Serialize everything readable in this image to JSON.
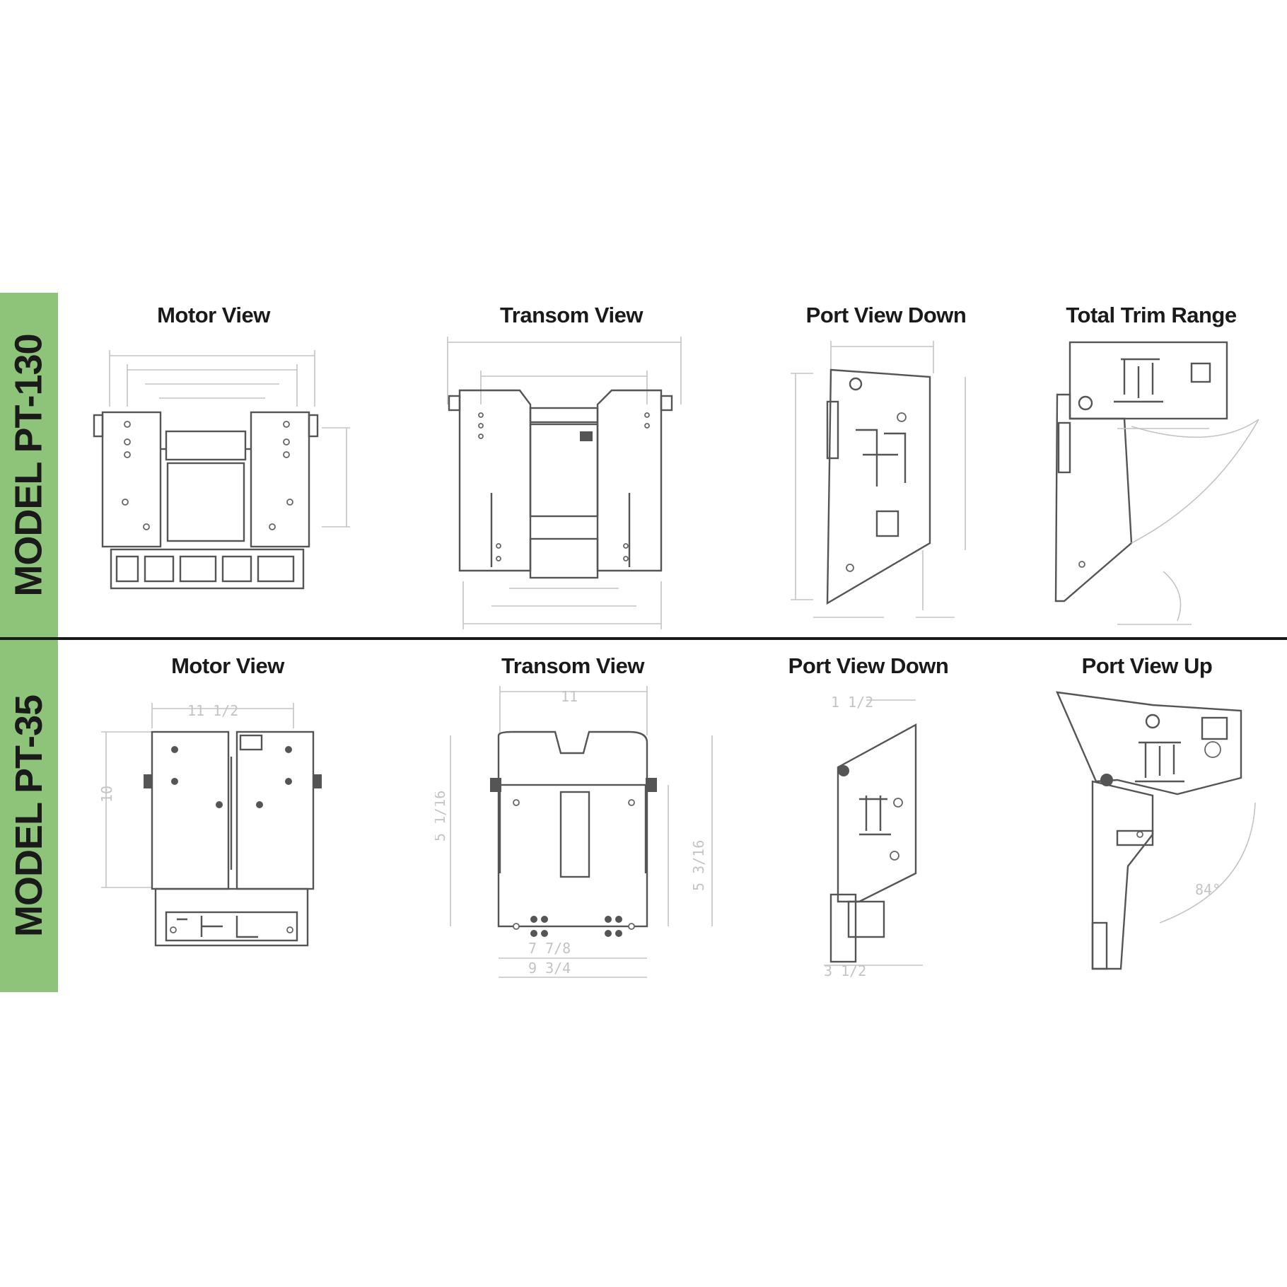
{
  "rows": [
    {
      "model_label": "MODEL PT-130",
      "views": [
        {
          "title": "Motor View"
        },
        {
          "title": "Transom View"
        },
        {
          "title": "Port View Down"
        },
        {
          "title": "Total Trim Range"
        }
      ]
    },
    {
      "model_label": "MODEL PT-35",
      "views": [
        {
          "title": "Motor View"
        },
        {
          "title": "Transom View"
        },
        {
          "title": "Port View Down"
        },
        {
          "title": "Port View Up"
        }
      ]
    }
  ],
  "dimensions": {
    "pt35_motor_width": "11 1/2",
    "pt35_motor_height": "10",
    "pt35_transom_width": "11",
    "pt35_transom_left": "5 1/16",
    "pt35_transom_right": "5 3/16",
    "pt35_transom_bottom1": "7 7/8",
    "pt35_transom_bottom2": "9 3/4",
    "pt35_port_down_top": "1 1/2",
    "pt35_port_down_bottom": "3 1/2",
    "pt35_port_up_angle": "84°"
  },
  "colors": {
    "model_band": "#8dc47a",
    "divider": "#1a1a1a",
    "line": "#555555",
    "dimension": "#c3c3c3"
  }
}
